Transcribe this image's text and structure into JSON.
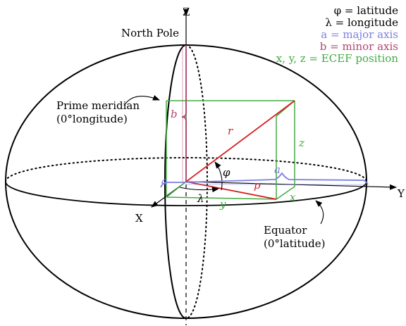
{
  "colors": {
    "black": "#000000",
    "green": "#44aa44",
    "blue": "#7b7fe0",
    "magenta": "#b24470",
    "red": "#d42020",
    "white": "#ffffff"
  },
  "legend": {
    "phi": "φ = latitude",
    "lambda": "λ = longitude",
    "a": "a = major axis",
    "b": "b = minor axis",
    "xyz": "x, y, z = ECEF position"
  },
  "axes": {
    "z": "Z",
    "y": "Y",
    "x": "X"
  },
  "labels": {
    "north_pole": "North Pole",
    "prime_meridian_1": "Prime meridian",
    "prime_meridian_2": "(0°longitude)",
    "equator_1": "Equator",
    "equator_2": "(0°latitude)"
  },
  "symbols": {
    "r": "r",
    "p": "p",
    "phi": "φ",
    "lambda": "λ",
    "a_left": "a",
    "a_right": "a",
    "b": "b",
    "x": "x",
    "y": "y",
    "z": "z"
  }
}
